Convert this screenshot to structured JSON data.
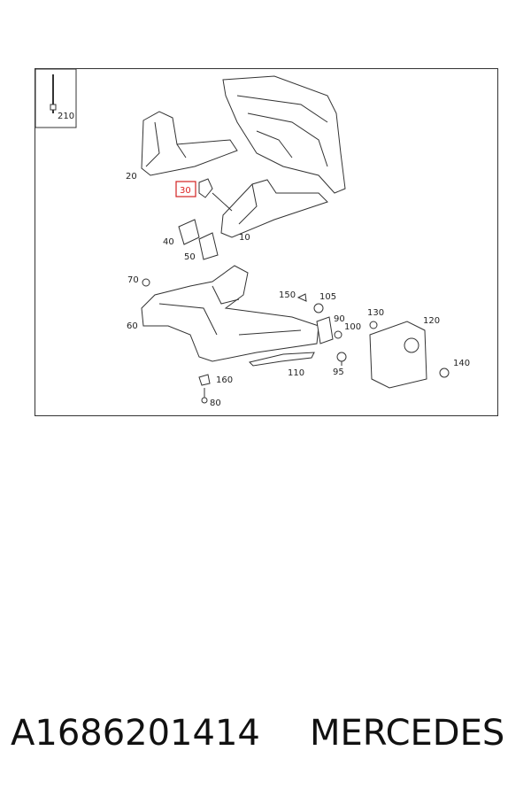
{
  "footer": {
    "part_number": "A1686201414",
    "brand": "MERCEDES"
  },
  "diagram": {
    "highlight_color": "#d22222",
    "callouts": {
      "c210": "210",
      "c20": "20",
      "c30": "30",
      "c10": "10",
      "c40": "40",
      "c50": "50",
      "c70": "70",
      "c60": "60",
      "c150": "150",
      "c105": "105",
      "c90": "90",
      "c100": "100",
      "c130": "130",
      "c120": "120",
      "c140": "140",
      "c110": "110",
      "c95": "95",
      "c160": "160",
      "c80": "80"
    },
    "highlighted": "30"
  }
}
